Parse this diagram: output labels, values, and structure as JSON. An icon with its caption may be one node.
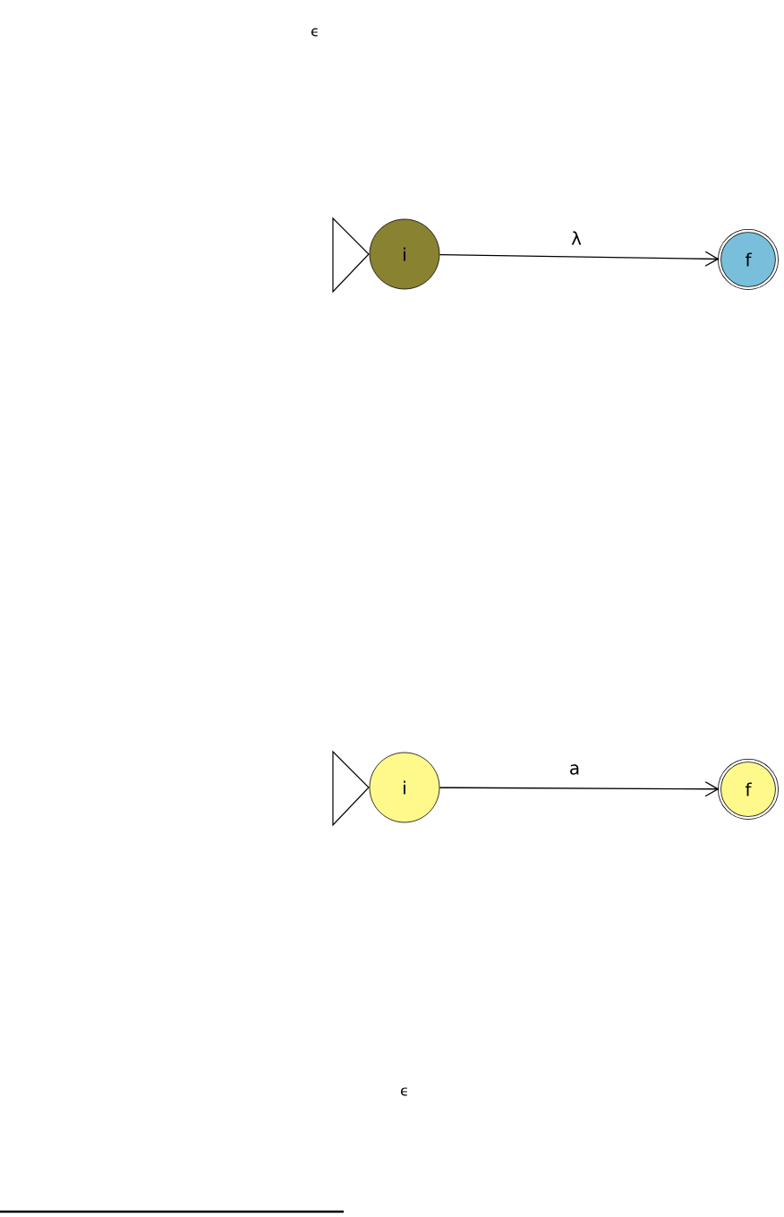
{
  "diagram": {
    "nodes": [
      {
        "text": [
          "i"
        ]
      },
      {
        "text": [
          "f"
        ]
      },
      {
        "text": [
          "i"
        ]
      },
      {
        "text": [
          "f"
        ]
      }
    ],
    "edges": [
      {
        "from": 0,
        "to": 1,
        "arrow": "to",
        "label": "λ"
      },
      {
        "from": 2,
        "to": 3,
        "arrow": "to",
        "label": "a"
      }
    ],
    "labels": [
      "ϵ",
      "ϵ"
    ]
  }
}
